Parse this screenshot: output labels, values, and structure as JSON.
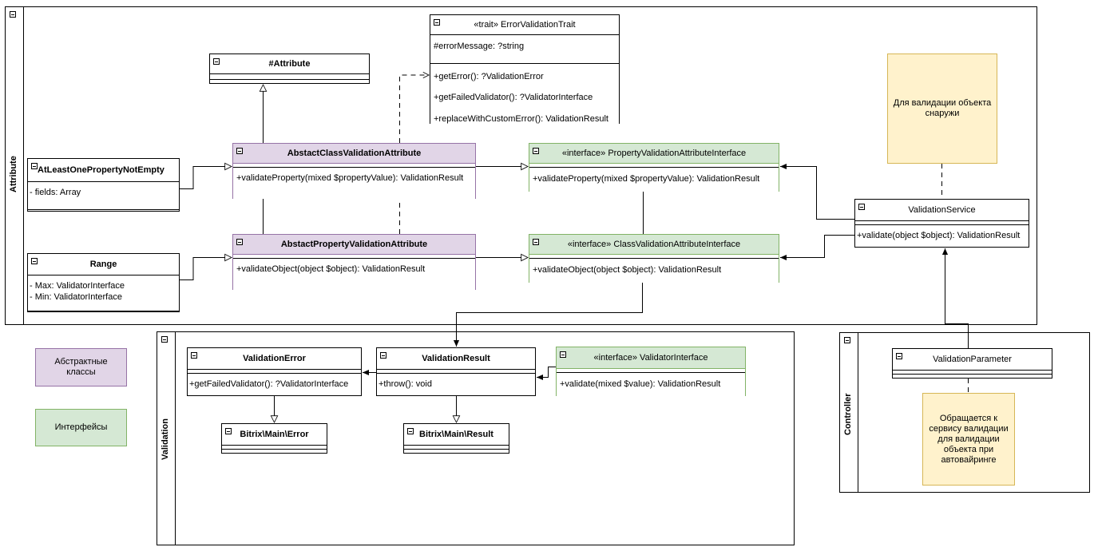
{
  "packages": {
    "attribute": {
      "label": "Attribute"
    },
    "validation": {
      "label": "Validation"
    },
    "controller": {
      "label": "Controller"
    }
  },
  "classes": {
    "attribute": {
      "title": "#Attribute"
    },
    "error_validation_trait": {
      "stereotype": "«trait»",
      "title": "ErrorValidationTrait",
      "fields": [
        "#errorMessage: ?string"
      ],
      "methods": [
        "+getError(): ?ValidationError",
        "+getFailedValidator(): ?ValidatorInterface",
        "+replaceWithCustomError(): ValidationResult"
      ]
    },
    "at_least_one": {
      "title": "AtLeastOnePropertyNotEmpty",
      "fields": [
        "- fields: Array"
      ]
    },
    "range": {
      "title": "Range",
      "fields": [
        "- Max: ValidatorInterface",
        "- Min: ValidatorInterface"
      ]
    },
    "abstract_class_validation": {
      "title": "AbstactClassValidationAttribute",
      "methods": [
        "+validateProperty(mixed $propertyValue): ValidationResult"
      ]
    },
    "abstract_property_validation": {
      "title": "AbstactPropertyValidationAttribute",
      "methods": [
        "+validateObject(object $object): ValidationResult"
      ]
    },
    "property_validation_interface": {
      "stereotype": "«interface»",
      "title": "PropertyValidationAttributeInterface",
      "methods": [
        "+validateProperty(mixed $propertyValue): ValidationResult"
      ]
    },
    "class_validation_interface": {
      "stereotype": "«interface»",
      "title": "ClassValidationAttributeInterface",
      "methods": [
        "+validateObject(object $object): ValidationResult"
      ]
    },
    "validation_service": {
      "title": "ValidationService",
      "methods": [
        "+validate(object $object): ValidationResult"
      ]
    },
    "validation_error": {
      "title": "ValidationError",
      "methods": [
        "+getFailedValidator(): ?ValidatorInterface"
      ]
    },
    "validation_result": {
      "title": "ValidationResult",
      "methods": [
        "+throw(): void"
      ]
    },
    "validator_interface": {
      "stereotype": "«interface»",
      "title": "ValidatorInterface",
      "methods": [
        "+validate(mixed $value): ValidationResult"
      ]
    },
    "bitrix_error": {
      "title": "Bitrix\\Main\\Error"
    },
    "bitrix_result": {
      "title": "Bitrix\\Main\\Result"
    },
    "validation_parameter": {
      "title": "ValidationParameter"
    }
  },
  "notes": {
    "outside_validation": "Для валидации объекта снаружи",
    "autowiring": "Обращается к сервису валидации для валидации объекта при автовайринге"
  },
  "legend": {
    "abstract_classes": "Абстрактные классы",
    "interfaces": "Интерфейсы"
  },
  "colors": {
    "abstract_fill": "#e1d5e7",
    "abstract_stroke": "#9673a6",
    "interface_fill": "#d5e8d4",
    "interface_stroke": "#82b366",
    "note_fill": "#fff2cc",
    "note_stroke": "#d6b656"
  }
}
